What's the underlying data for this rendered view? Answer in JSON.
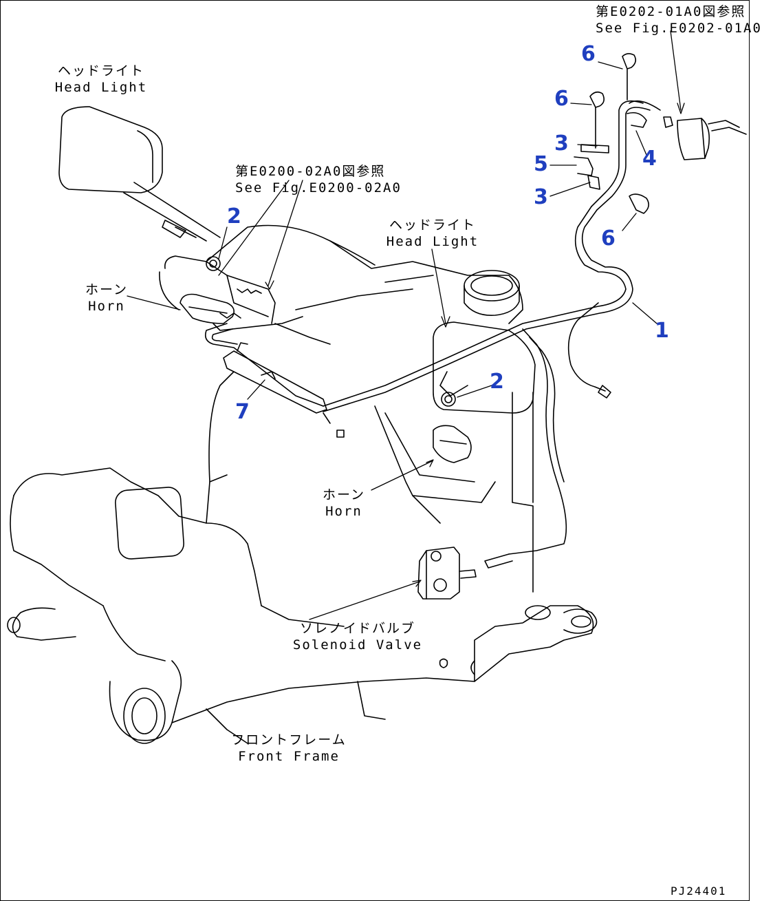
{
  "labels": {
    "ref_top_jp": "第E0202-01A0図参照",
    "ref_top_en": "See Fig.E0202-01A0",
    "head_light_left_jp": "ヘッドライト",
    "head_light_left_en": "Head Light",
    "ref_mid_jp": "第E0200-02A0図参照",
    "ref_mid_en": "See Fig.E0200-02A0",
    "head_light_right_jp": "ヘッドライト",
    "head_light_right_en": "Head Light",
    "horn_left_jp": "ホーン",
    "horn_left_en": "Horn",
    "horn_right_jp": "ホーン",
    "horn_right_en": "Horn",
    "solenoid_jp": "ソレノイドバルブ",
    "solenoid_en": "Solenoid Valve",
    "front_frame_jp": "フロントフレーム",
    "front_frame_en": "Front Frame",
    "drawing_code": "PJ24401"
  },
  "callouts": [
    "1",
    "2",
    "2",
    "3",
    "3",
    "4",
    "5",
    "6",
    "6",
    "6",
    "7"
  ],
  "colors": {
    "callout": "#1f3fbf",
    "line": "#000000",
    "background": "#ffffff"
  }
}
